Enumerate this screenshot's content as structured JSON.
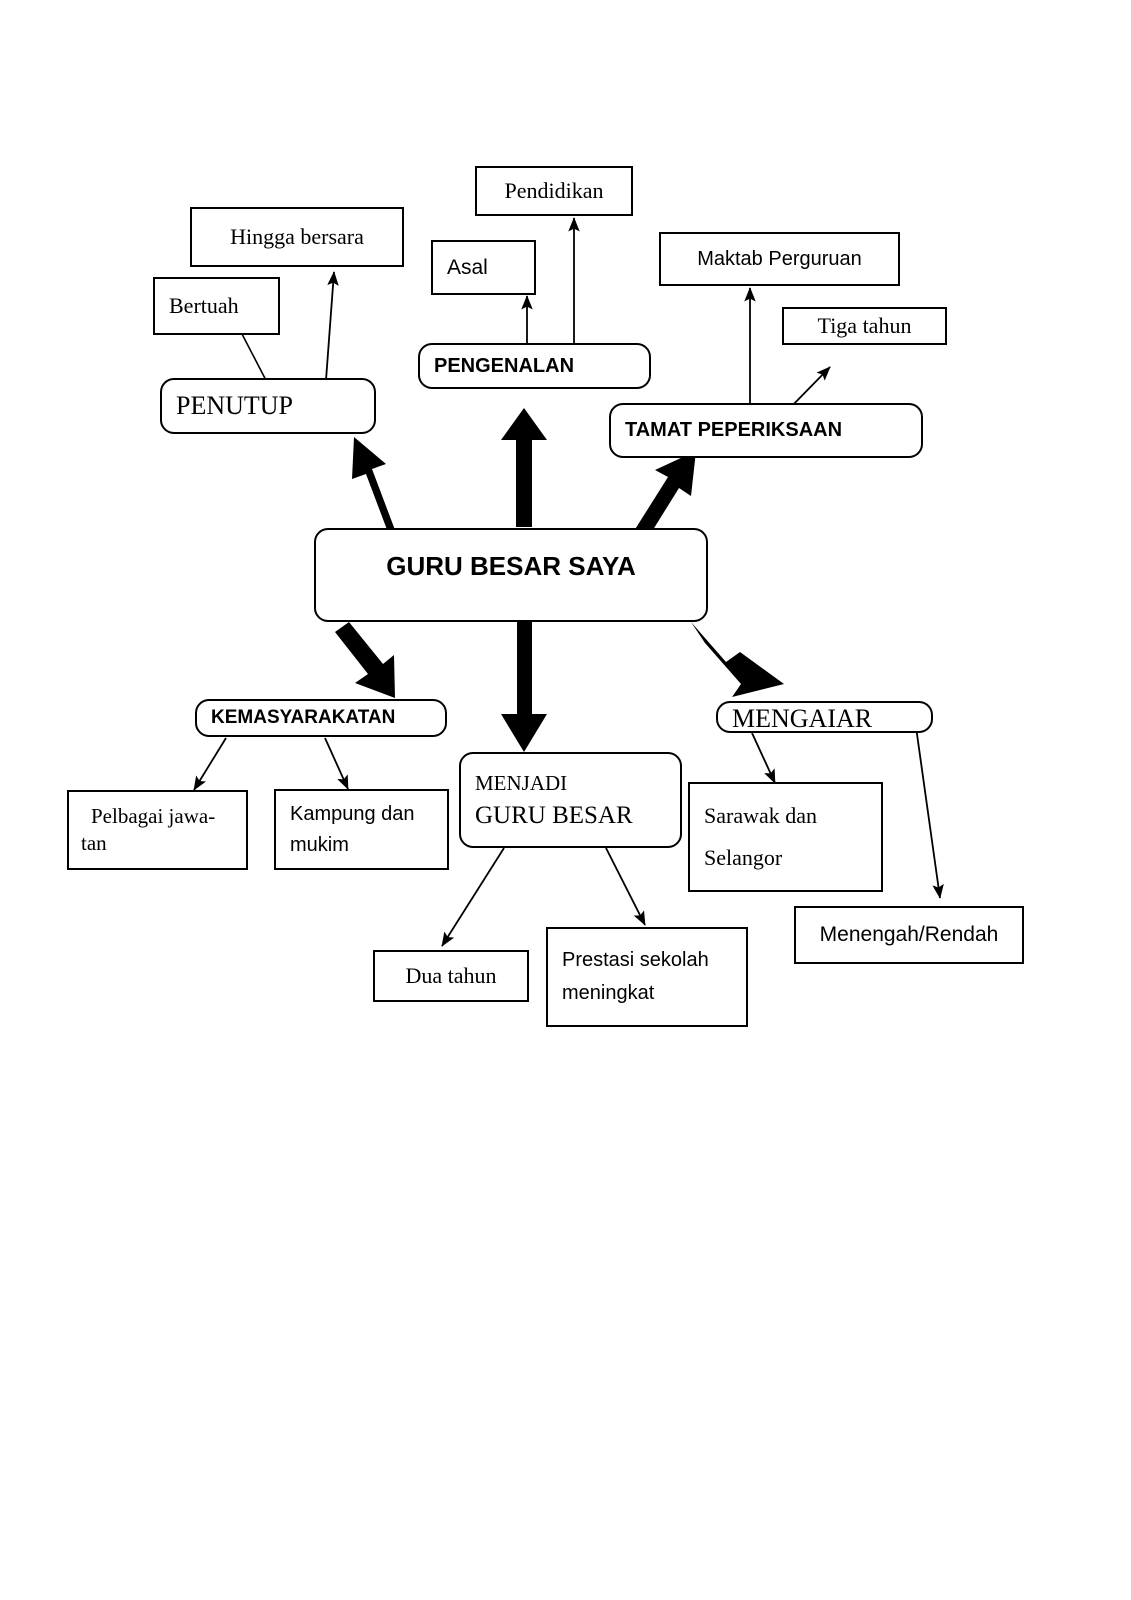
{
  "diagram": {
    "title": "GURU BESAR SAYA",
    "type": "mind-map",
    "root": {
      "id": "guru-besar-saya",
      "label": "GURU BESAR SAYA"
    },
    "nodes": [
      {
        "id": "hingga-bersara",
        "label": "Hingga bersara",
        "style": "serif"
      },
      {
        "id": "bertuah",
        "label": "Bertuah",
        "style": "serif"
      },
      {
        "id": "penutup",
        "label": "PENUTUP",
        "style": "serif"
      },
      {
        "id": "pendidikan",
        "label": "Pendidikan",
        "style": "serif"
      },
      {
        "id": "asal",
        "label": "Asal",
        "style": "sans"
      },
      {
        "id": "pengenalan",
        "label": "PENGENALAN",
        "style": "sans-bold"
      },
      {
        "id": "maktab-perguruan",
        "label": "Maktab Perguruan",
        "style": "sans"
      },
      {
        "id": "tiga-tahun",
        "label": "Tiga tahun",
        "style": "serif"
      },
      {
        "id": "tamat-peperiksaan",
        "label": "TAMAT PEPERIKSAAN",
        "style": "sans-bold"
      },
      {
        "id": "kemasyarakatan",
        "label": "KEMASYARAKATAN",
        "style": "sans-bold"
      },
      {
        "id": "pelbagai-jawatan",
        "label_line1": "Pelbagai jawa-",
        "label_line2": "tan",
        "style": "serif"
      },
      {
        "id": "kampung-dan-mukim",
        "label_line1": "Kampung dan",
        "label_line2": "mukim",
        "style": "sans"
      },
      {
        "id": "menjadi-guru-besar",
        "label_line1": "MENJADI",
        "label_line2": "GURU BESAR",
        "style": "serif"
      },
      {
        "id": "dua-tahun",
        "label": "Dua tahun",
        "style": "serif"
      },
      {
        "id": "prestasi-sekolah",
        "label_line1": "Prestasi sekolah",
        "label_line2": "meningkat",
        "style": "sans"
      },
      {
        "id": "mengajar",
        "label": "MENGAIAR",
        "style": "serif"
      },
      {
        "id": "sarawak-dan-selangor",
        "label_line1": "Sarawak dan",
        "label_line2": "Selangor",
        "style": "serif"
      },
      {
        "id": "menengah-rendah",
        "label": "Menengah/Rendah",
        "style": "sans"
      }
    ],
    "edges": [
      {
        "from": "guru-besar-saya",
        "to": "penutup",
        "weight": "thick"
      },
      {
        "from": "guru-besar-saya",
        "to": "pengenalan",
        "weight": "thick"
      },
      {
        "from": "guru-besar-saya",
        "to": "tamat-peperiksaan",
        "weight": "thick"
      },
      {
        "from": "guru-besar-saya",
        "to": "kemasyarakatan",
        "weight": "thick"
      },
      {
        "from": "guru-besar-saya",
        "to": "menjadi-guru-besar",
        "weight": "thick"
      },
      {
        "from": "guru-besar-saya",
        "to": "mengajar",
        "weight": "thick"
      },
      {
        "from": "penutup",
        "to": "hingga-bersara",
        "weight": "thin"
      },
      {
        "from": "penutup",
        "to": "bertuah",
        "weight": "thin-no-arrow"
      },
      {
        "from": "pengenalan",
        "to": "asal",
        "weight": "thin"
      },
      {
        "from": "pengenalan",
        "to": "pendidikan",
        "weight": "thin"
      },
      {
        "from": "tamat-peperiksaan",
        "to": "maktab-perguruan",
        "weight": "thin"
      },
      {
        "from": "tamat-peperiksaan",
        "to": "tiga-tahun",
        "weight": "thin"
      },
      {
        "from": "kemasyarakatan",
        "to": "pelbagai-jawatan",
        "weight": "thin"
      },
      {
        "from": "kemasyarakatan",
        "to": "kampung-dan-mukim",
        "weight": "thin"
      },
      {
        "from": "menjadi-guru-besar",
        "to": "dua-tahun",
        "weight": "thin"
      },
      {
        "from": "menjadi-guru-besar",
        "to": "prestasi-sekolah",
        "weight": "thin"
      },
      {
        "from": "mengajar",
        "to": "sarawak-dan-selangor",
        "weight": "thin"
      },
      {
        "from": "mengajar",
        "to": "menengah-rendah",
        "weight": "thin"
      }
    ],
    "colors": {
      "stroke": "#000000",
      "fill": "#ffffff",
      "text": "#000000"
    }
  }
}
